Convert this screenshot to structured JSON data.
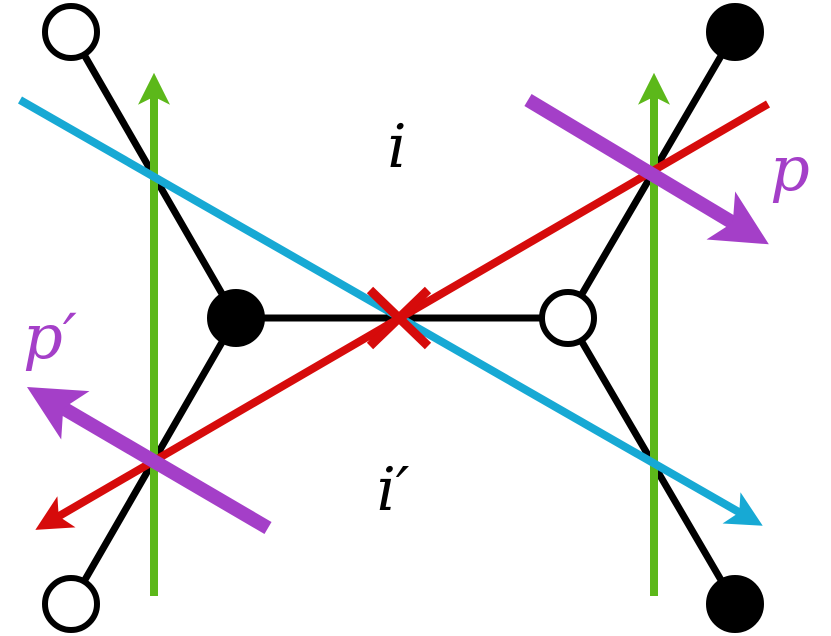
{
  "labels": {
    "upper_face": "i",
    "lower_face": "i′",
    "purple_right": "p",
    "purple_left": "p′"
  },
  "colors": {
    "edge": "#000000",
    "green_line": "#5cb81a",
    "blue_line": "#17a9d4",
    "red_line": "#d60b0b",
    "purple_line": "#a43fc8",
    "label_black": "#000000",
    "label_purple": "#a43fc8"
  }
}
